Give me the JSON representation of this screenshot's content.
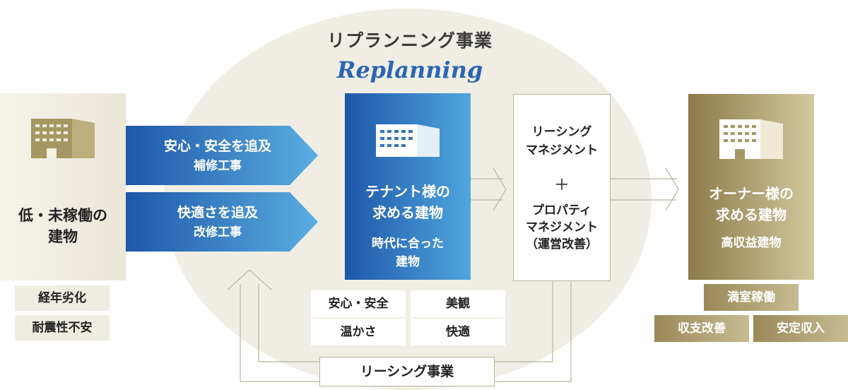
{
  "header": {
    "title_jp": "リプランニング事業",
    "title_en": "Replanning"
  },
  "left": {
    "title_line1": "低・未稼働の",
    "title_line2": "建物",
    "tags": [
      "経年劣化",
      "耐震性不安"
    ]
  },
  "arrows": [
    {
      "line1": "安心・安全を追及",
      "line2": "補修工事"
    },
    {
      "line1": "快適さを追及",
      "line2": "改修工事"
    }
  ],
  "center": {
    "title_line1": "テナント様の",
    "title_line2": "求める建物",
    "sub_line1": "時代に合った",
    "sub_line2": "建物",
    "qualities": [
      "安心・安全",
      "美観",
      "温かさ",
      "快適"
    ]
  },
  "management": {
    "leasing_line1": "リーシング",
    "leasing_line2": "マネジメント",
    "plus": "＋",
    "property_line1": "プロパティ",
    "property_line2": "マネジメント",
    "property_line3": "（運営改善）"
  },
  "right": {
    "title_line1": "オーナー様の",
    "title_line2": "求める建物",
    "sub": "高収益建物",
    "tags": [
      "満室稼働",
      "収支改善",
      "安定収入"
    ]
  },
  "footer": {
    "leasing_business": "リーシング事業"
  },
  "colors": {
    "blue_dark": "#1e57a8",
    "blue_light": "#4fa6de",
    "gold_dark": "#8c7a49",
    "gold_light": "#d3c89f",
    "ellipse": "#f0eee4",
    "outline": "#b8b39a"
  }
}
